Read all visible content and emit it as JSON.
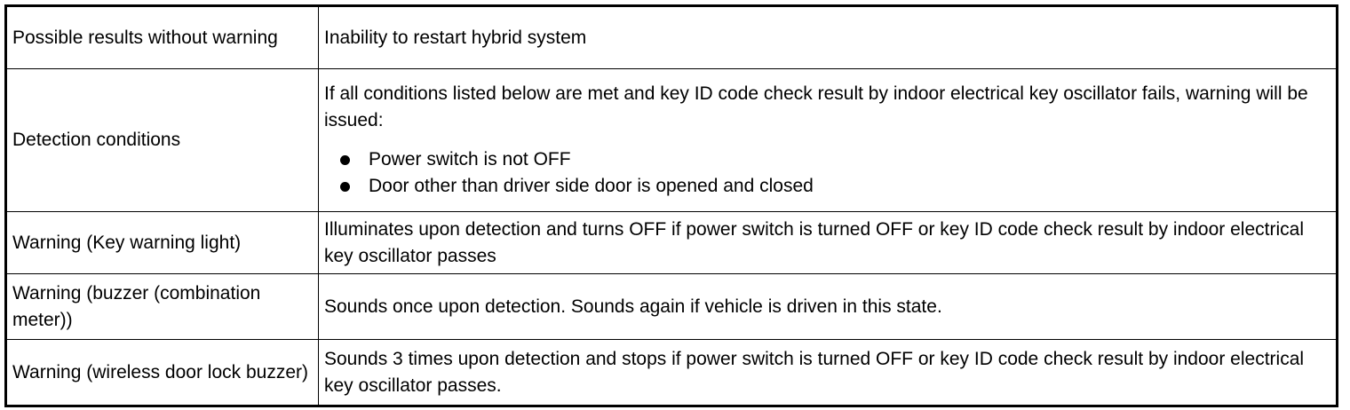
{
  "rows": [
    {
      "label": "Possible results without warning",
      "value": "Inability to restart hybrid system"
    },
    {
      "label": "Detection conditions",
      "intro": "If all conditions listed below are met and key ID code check result by indoor electrical key oscillator fails, warning will be issued:",
      "bullets": [
        "Power switch is not OFF",
        "Door other than driver side door is opened and closed"
      ]
    },
    {
      "label": "Warning (Key warning light)",
      "value": "Illuminates upon detection and turns OFF if power switch is turned OFF or key ID code check result by indoor electrical key oscillator passes"
    },
    {
      "label": "Warning (buzzer (combination meter))",
      "value": "Sounds once upon detection. Sounds again if vehicle is driven in this state."
    },
    {
      "label": "Warning (wireless door lock buzzer)",
      "value": "Sounds 3 times upon detection and stops if power switch is turned OFF or key ID code check result by indoor electrical key oscillator passes."
    }
  ]
}
